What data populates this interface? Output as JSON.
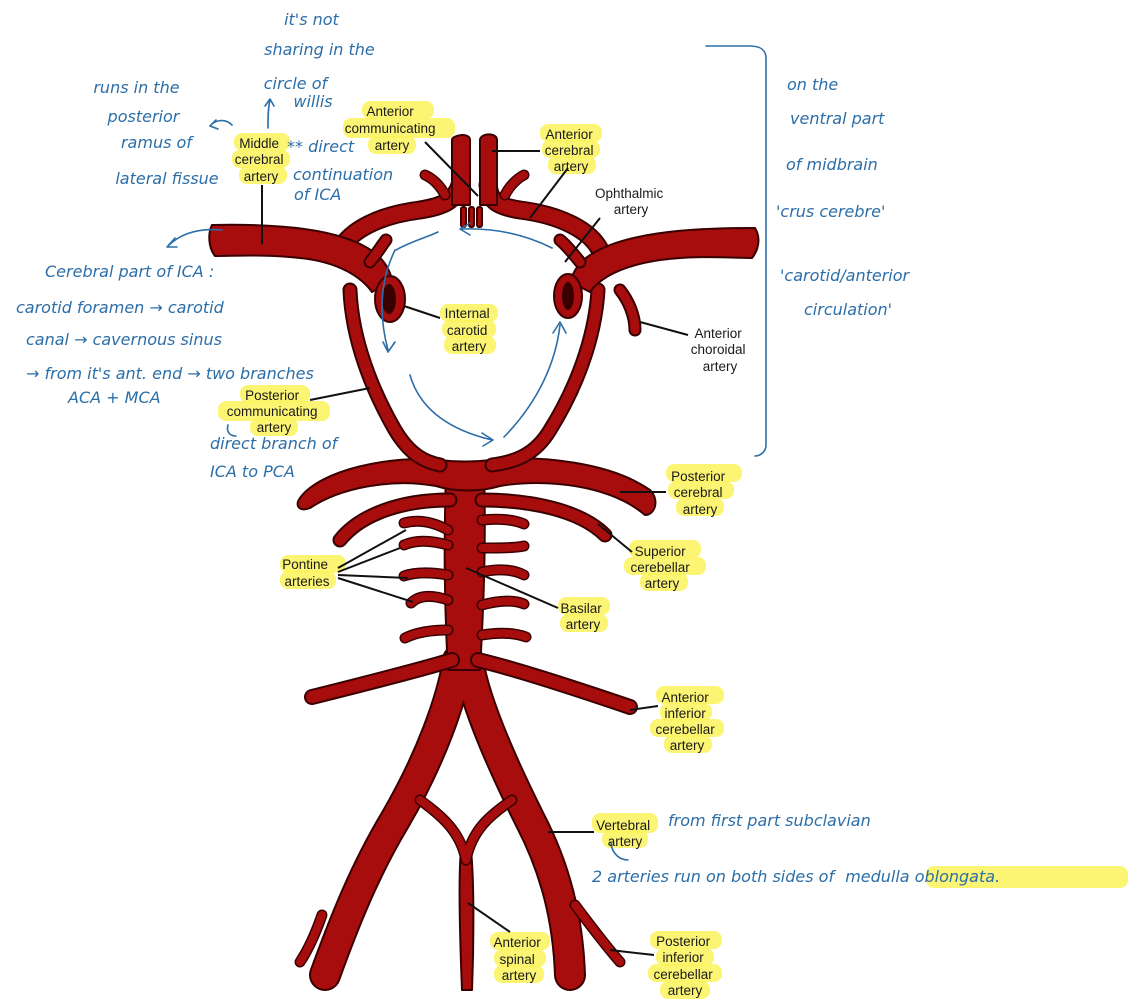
{
  "labels": {
    "anterior_communicating": [
      "Anterior",
      "communicating",
      "artery"
    ],
    "anterior_cerebral": [
      "Anterior",
      "cerebral",
      "artery"
    ],
    "ophthalmic": [
      "Ophthalmic",
      "artery"
    ],
    "middle_cerebral": [
      "Middle",
      "cerebral",
      "artery"
    ],
    "internal_carotid": [
      "Internal",
      "carotid",
      "artery"
    ],
    "anterior_choroidal": [
      "Anterior",
      "choroidal",
      "artery"
    ],
    "posterior_communicating": [
      "Posterior",
      "communicating",
      "artery"
    ],
    "posterior_cerebral": [
      "Posterior",
      "cerebral",
      "artery"
    ],
    "superior_cerebellar": [
      "Superior",
      "cerebellar",
      "artery"
    ],
    "pontine": [
      "Pontine",
      "arteries"
    ],
    "basilar": [
      "Basilar",
      "artery"
    ],
    "anterior_inferior_cerebellar": [
      "Anterior",
      "inferior",
      "cerebellar",
      "artery"
    ],
    "vertebral": [
      "Vertebral",
      "artery"
    ],
    "anterior_spinal": [
      "Anterior",
      "spinal",
      "artery"
    ],
    "posterior_inferior_cerebellar": [
      "Posterior",
      "inferior",
      "cerebellar",
      "artery"
    ]
  },
  "notes": {
    "not_sharing": [
      "it's not",
      "sharing in the",
      "circle of",
      "willis"
    ],
    "posterior_ramus": [
      "runs in the",
      "posterior",
      "ramus of",
      "lateral fissue"
    ],
    "direct_continuation": [
      "** direct",
      "continuation",
      "of ICA"
    ],
    "cerebral_part": [
      "Cerebral part of ICA :",
      "carotid foramen → carotid",
      "canal → cavernous sinus",
      "→ from it's ant. end → two branches",
      "ACA + MCA"
    ],
    "direct_branch": [
      "direct branch of",
      "ICA to PCA"
    ],
    "ventral": [
      "on the",
      "ventral part",
      "of midbrain",
      "'crus cerebre'",
      "'carotid/anterior",
      "circulation'"
    ],
    "vertebral_from": "from first part subclavian",
    "vertebral_sides_prefix": "2 arteries run on both sides of",
    "vertebral_sides_highlight": "medulla oblongata."
  },
  "colors": {
    "artery": "#a80d0d",
    "artery_outline": "#3a0000",
    "highlight": "#fbf35a",
    "handwriting": "#2c6ea8"
  }
}
